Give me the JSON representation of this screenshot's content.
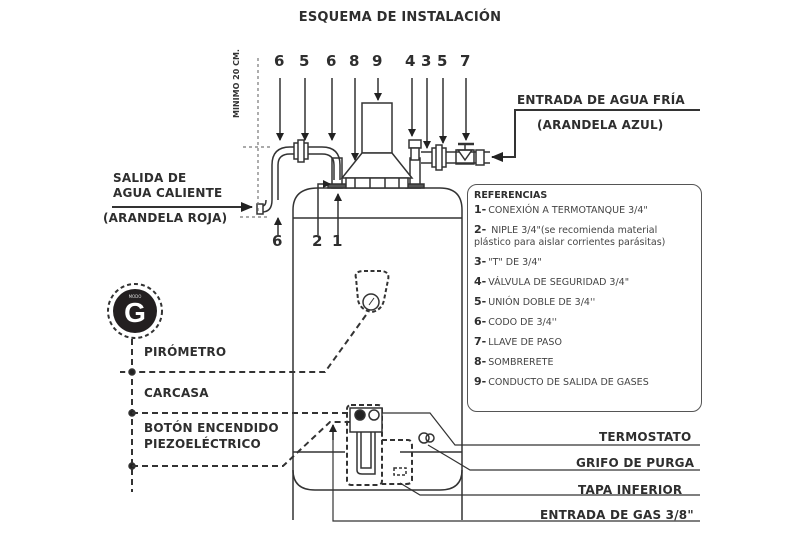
{
  "title": "ESQUEMA DE INSTALACIÓN",
  "top_numbers": [
    "6",
    "5",
    "6",
    "8",
    "9",
    "4",
    "3",
    "5",
    "7"
  ],
  "bottom_numbers": [
    "6",
    "2",
    "1"
  ],
  "min_distance_label": "MINIMO 20 CM.",
  "cold_water": {
    "title": "ENTRADA DE AGUA FRÍA",
    "subtitle": "(ARANDELA AZUL)"
  },
  "hot_water": {
    "line1": "SALIDA DE",
    "line2": "AGUA CALIENTE",
    "subtitle": "(ARANDELA ROJA)"
  },
  "references": {
    "title": "REFERENCIAS",
    "items": [
      {
        "n": "1-",
        "text": "CONEXIÓN A TERMOTANQUE 3/4\""
      },
      {
        "n": "2-",
        "text": " NIPLE 3/4\"(se recomienda material",
        "text2": "plástico para aislar corrientes parásitas)"
      },
      {
        "n": "3-",
        "text": "\"T\" DE 3/4\""
      },
      {
        "n": "4-",
        "text": "VÁLVULA DE SEGURIDAD 3/4\""
      },
      {
        "n": "5-",
        "text": "UNIÓN DOBLE DE 3/4''"
      },
      {
        "n": "6-",
        "text": "CODO DE 3/4''"
      },
      {
        "n": "7-",
        "text": "LLAVE DE PASO"
      },
      {
        "n": "8-",
        "text": "SOMBRERETE"
      },
      {
        "n": "9-",
        "text": "CONDUCTO DE SALIDA DE GASES"
      }
    ]
  },
  "badge": {
    "top": "MODO",
    "letter": "G"
  },
  "left_labels": {
    "pirometro": "PIRÓMETRO",
    "carcasa": "CARCASA",
    "boton1": "BOTÓN ENCENDIDO",
    "boton2": "PIEZOELÉCTRICO"
  },
  "right_labels": {
    "termostato": "TERMOSTATO",
    "grifo": "GRIFO DE PURGA",
    "tapa": "TAPA INFERIOR",
    "gas": "ENTRADA DE GAS 3/8\""
  }
}
